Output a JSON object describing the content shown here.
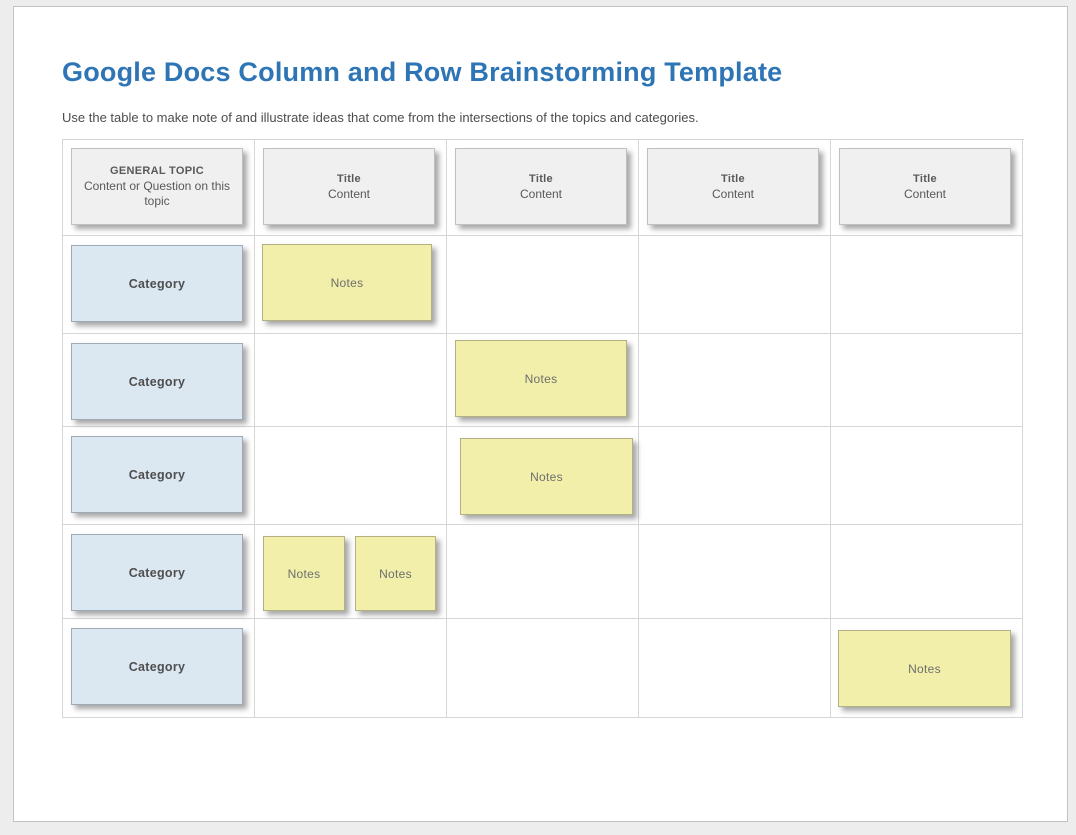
{
  "page": {
    "title": "Google Docs Column and Row Brainstorming Template",
    "subtitle": "Use the table to make note of and illustrate ideas that come from the intersections of the topics and categories."
  },
  "colors": {
    "title_blue": "#2e75b6",
    "header_fill": "#f0f0f0",
    "category_fill": "#dbe7f1",
    "note_fill": "#f1efa9",
    "grid_line": "#d6d6d6",
    "box_text": "#595959"
  },
  "table": {
    "general_topic": {
      "title": "GENERAL TOPIC",
      "subtitle": "Content or Question on this topic"
    },
    "title_columns": [
      {
        "title": "Title",
        "content": "Content"
      },
      {
        "title": "Title",
        "content": "Content"
      },
      {
        "title": "Title",
        "content": "Content"
      },
      {
        "title": "Title",
        "content": "Content"
      }
    ],
    "categories": [
      {
        "label": "Category"
      },
      {
        "label": "Category"
      },
      {
        "label": "Category"
      },
      {
        "label": "Category"
      },
      {
        "label": "Category"
      }
    ],
    "notes": [
      {
        "label": "Notes",
        "row": 1,
        "col": 2
      },
      {
        "label": "Notes",
        "row": 2,
        "col": 3
      },
      {
        "label": "Notes",
        "row": 3,
        "col": 3
      },
      {
        "label": "Notes",
        "row": 4,
        "col": 2
      },
      {
        "label": "Notes",
        "row": 4,
        "col": 2
      },
      {
        "label": "Notes",
        "row": 5,
        "col": 5
      }
    ]
  }
}
